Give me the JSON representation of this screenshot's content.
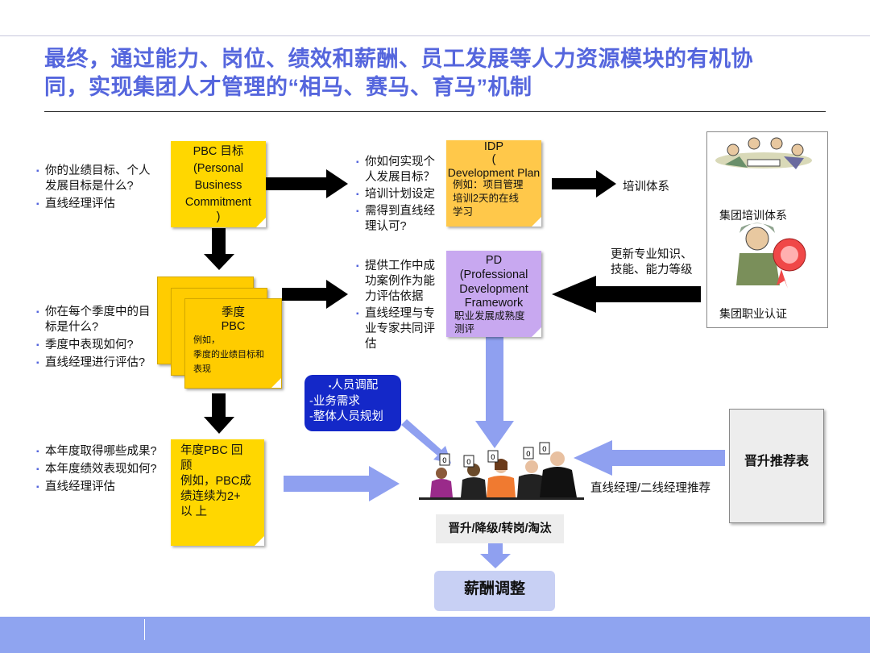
{
  "title": {
    "line1": "最终，通过能力、岗位、绩效和薪酬、员工发展等人力资源模块的有机协",
    "line2": "同，实现集团人才管理的“相马、赛马、育马”机制"
  },
  "left_q1": [
    "你的业绩目标、个人发展目标是什么?",
    "直线经理评估"
  ],
  "left_q2": [
    "你在每个季度中的目标是什么?",
    "季度中表现如何?",
    "直线经理进行评估?"
  ],
  "left_q3": [
    "本年度取得哪些成果?",
    "本年度绩效表现如何?",
    "直线经理评估"
  ],
  "pbc": {
    "line1": "PBC 目标",
    "line2": "(Personal",
    "line3": "Business",
    "line4": "Commitment",
    "line5": ")"
  },
  "quarter_pbc": {
    "title1": "季度",
    "title2": "PBC",
    "detail1": "例如，",
    "detail2": "季度的业绩目标和",
    "detail3": "表现"
  },
  "annual_pbc": {
    "line1": "年度PBC 回",
    "line2": "顾",
    "line3": "例如，PBC成",
    "line4": "绩连续为2+",
    "line5": "以 上"
  },
  "mid_q1": [
    "你如何实现个人发展目标？",
    "培训计划设定",
    "需得到直线经理认可?"
  ],
  "mid_q2": [
    "提供工作中成功案例作为能力评估依据",
    "直线经理与专业专家共同评估"
  ],
  "idp": {
    "line1": "IDP",
    "line2": "(",
    "line3": "Development Plan",
    "line4": ")",
    "ex1": "例如：项目管理",
    "ex2": "培训2天的在线",
    "ex3": "学习"
  },
  "pd": {
    "line1": "PD",
    "line2": "(Professional",
    "line3": "Development",
    "line4": "Framework",
    "line5": ")",
    "ex1": "职业发展成熟度",
    "ex2": "测评"
  },
  "training_system": "培训体系",
  "right_panel": {
    "label1": "集团培训体系",
    "label2": "集团职业认证"
  },
  "update_skills": {
    "line1": "更新专业知识、",
    "line2": "技能、能力等级"
  },
  "hr_box": {
    "line1": "人员调配",
    "line2": "-业务需求",
    "line3": "-整体人员规划"
  },
  "promotion_doc": "晋升推荐表",
  "recommend": "直线经理/二线经理推荐",
  "outcome": "晋升/降级/转岗/淘汰",
  "salary": "薪酬调整",
  "colors": {
    "title": "#5566dd",
    "yellow": "#ffd700",
    "orange": "#ffc84a",
    "purple": "#c8a8f0",
    "arrow_blue": "#8fa0f0",
    "hr_blue": "#1428c8",
    "bottom_bar": "#8fa4f0"
  }
}
